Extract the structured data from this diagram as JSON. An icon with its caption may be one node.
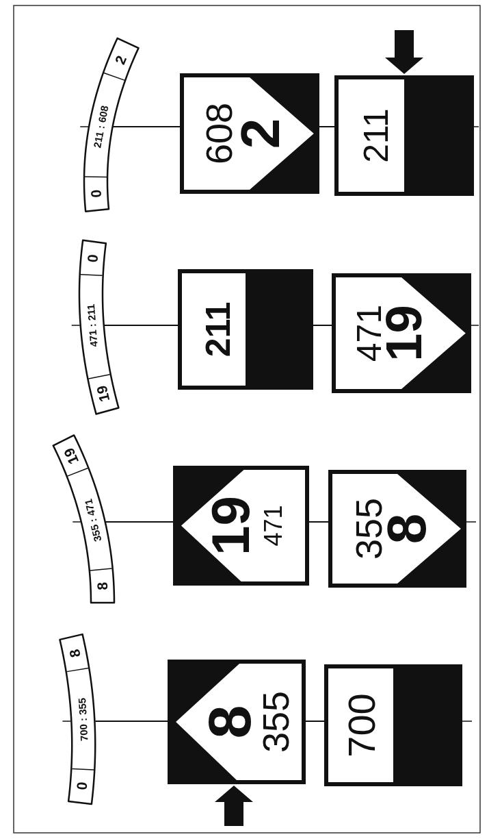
{
  "diagram": {
    "nodes": [
      {
        "text": [
          "0",
          "700 : 355",
          "8"
        ]
      },
      {
        "text": [
          "8",
          "355"
        ]
      },
      {
        "text": [
          "700"
        ]
      },
      {
        "text": [
          "8",
          "355 : 471",
          "19"
        ]
      },
      {
        "text": [
          "19",
          "471"
        ]
      },
      {
        "text": [
          "355",
          "8"
        ]
      },
      {
        "text": [
          "19",
          "471 : 211",
          "0"
        ]
      },
      {
        "text": [
          "211"
        ]
      },
      {
        "text": [
          "471",
          "19"
        ]
      },
      {
        "text": [
          "0",
          "211 : 608",
          "2"
        ]
      },
      {
        "text": [
          "608",
          "2"
        ]
      },
      {
        "text": [
          "211"
        ]
      }
    ],
    "edges": [
      {
        "from": 0,
        "to": 1,
        "arrow": "none"
      },
      {
        "from": 1,
        "to": 2,
        "arrow": "none"
      },
      {
        "from": 3,
        "to": 4,
        "arrow": "none"
      },
      {
        "from": 4,
        "to": 5,
        "arrow": "none"
      },
      {
        "from": 6,
        "to": 7,
        "arrow": "none"
      },
      {
        "from": 7,
        "to": 8,
        "arrow": "none"
      },
      {
        "from": 9,
        "to": 10,
        "arrow": "none"
      },
      {
        "from": 10,
        "to": 11,
        "arrow": "none"
      },
      {
        "from": null,
        "to": 1,
        "arrow": "to",
        "style": "thick"
      },
      {
        "from": null,
        "to": 11,
        "arrow": "to",
        "style": "thick"
      }
    ]
  }
}
